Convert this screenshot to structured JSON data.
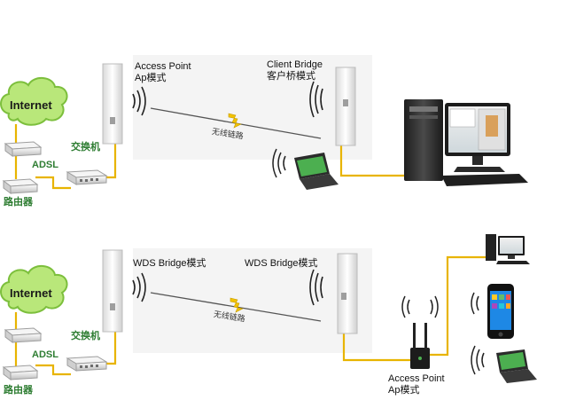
{
  "colors": {
    "cable": "#e8b400",
    "cloud_fill": "#b9e77a",
    "cloud_stroke": "#7cbf3c",
    "label_green": "#2e7d32",
    "link_line": "#555555",
    "bolt": "#f2c200"
  },
  "top": {
    "cloud_label": "Internet",
    "switch_label": "交换机",
    "adsl_label": "ADSL",
    "router_label": "路由器",
    "left_mode_en": "Access Point",
    "left_mode_cn": "Ap模式",
    "right_mode_en": "Client Bridge",
    "right_mode_cn": "客户桥模式",
    "link_label": "无线链路"
  },
  "bottom": {
    "cloud_label": "Internet",
    "switch_label": "交换机",
    "adsl_label": "ADSL",
    "router_label": "路由器",
    "left_mode": "WDS Bridge模式",
    "right_mode": "WDS Bridge模式",
    "link_label": "无线链路",
    "ap_mode_en": "Access Point",
    "ap_mode_cn": "Ap模式"
  },
  "icons": [
    "internet-cloud",
    "switch",
    "adsl-modem",
    "router",
    "outdoor-ap",
    "wifi-waves",
    "lightning-bolt",
    "desktop-computer",
    "laptop",
    "smartphone",
    "wireless-router"
  ]
}
